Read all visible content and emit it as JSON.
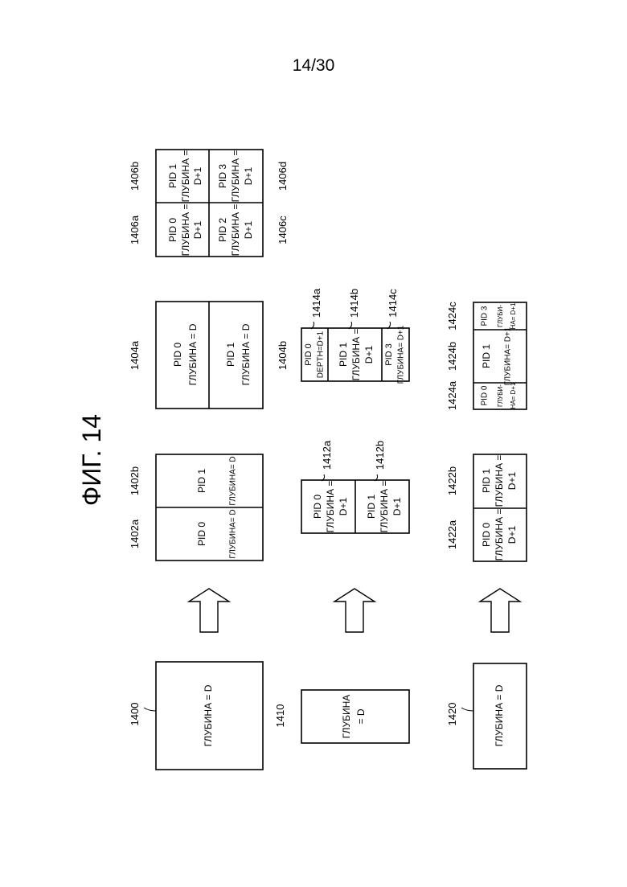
{
  "page_number": "14/30",
  "figure_title": "ФИГ. 14",
  "boxes": {
    "b1400": {
      "ref": "1400",
      "text": "ГЛУБИНА = D"
    },
    "b1410": {
      "ref": "1410",
      "line1": "ГЛУБИНА",
      "line2": "= D"
    },
    "b1420": {
      "ref": "1420",
      "text": "ГЛУБИНА = D"
    },
    "b1402": {
      "a": {
        "ref": "1402a",
        "pid": "PID 0",
        "depth": "ГЛУБИНА= D"
      },
      "b": {
        "ref": "1402b",
        "pid": "PID 1",
        "depth": "ГЛУБИНА= D"
      }
    },
    "b1404": {
      "a": {
        "ref": "1404a",
        "pid": "PID 0",
        "depth": "ГЛУБИНА = D"
      },
      "b": {
        "ref": "1404b",
        "pid": "PID 1",
        "depth": "ГЛУБИНА = D"
      }
    },
    "b1406": {
      "a": {
        "ref": "1406a",
        "pid": "PID 0",
        "depth1": "ГЛУБИНА =",
        "depth2": "D+1"
      },
      "b": {
        "ref": "1406b",
        "pid": "PID 1",
        "depth1": "ГЛУБИНА =",
        "depth2": "D+1"
      },
      "c": {
        "ref": "1406c",
        "pid": "PID 2",
        "depth1": "ГЛУБИНА =",
        "depth2": "D+1"
      },
      "d": {
        "ref": "1406d",
        "pid": "PID 3",
        "depth1": "ГЛУБИНА =",
        "depth2": "D+1"
      }
    },
    "b1412": {
      "a": {
        "ref": "1412a",
        "pid": "PID 0",
        "depth1": "ГЛУБИНА =",
        "depth2": "D+1"
      },
      "b": {
        "ref": "1412b",
        "pid": "PID 1",
        "depth1": "ГЛУБИНА =",
        "depth2": "D+1"
      }
    },
    "b1414": {
      "a": {
        "ref": "1414a",
        "pid": "PID 0",
        "depth": "DEPTH=D+1"
      },
      "b": {
        "ref": "1414b",
        "pid": "PID 1",
        "depth1": "ГЛУБИНА =",
        "depth2": "D+1"
      },
      "c": {
        "ref": "1414c",
        "pid": "PID 3",
        "depth": "ГЛУБИНА= D+1"
      }
    },
    "b1422": {
      "a": {
        "ref": "1422a",
        "pid": "PID 0",
        "depth1": "ГЛУБИНА =",
        "depth2": "D+1"
      },
      "b": {
        "ref": "1422b",
        "pid": "PID 1",
        "depth1": "ГЛУБИНА =",
        "depth2": "D+1"
      }
    },
    "b1424": {
      "a": {
        "ref": "1424a",
        "pid": "PID 0",
        "depth1": "ГЛУБИ-",
        "depth2": "НА= D+1"
      },
      "b": {
        "ref": "1424b",
        "pid": "PID 1",
        "depth": "ГЛУБИНА= D+1"
      },
      "c": {
        "ref": "1424c",
        "pid": "PID 3",
        "depth1": "ГЛУБИ-",
        "depth2": "НА= D+1"
      }
    }
  }
}
